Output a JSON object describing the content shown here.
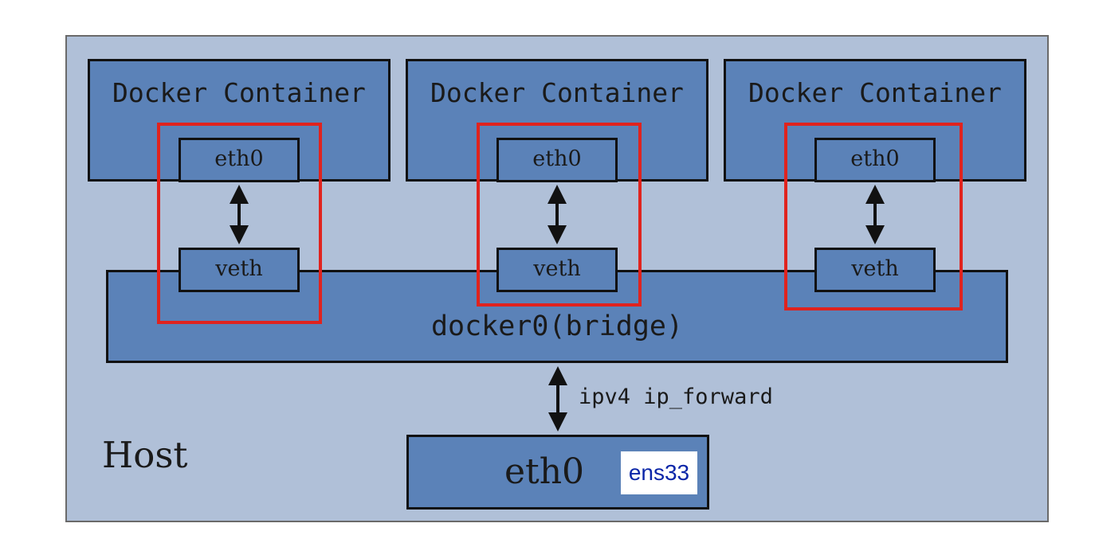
{
  "containers": [
    {
      "title": "Docker Container",
      "eth": "eth0",
      "veth": "veth"
    },
    {
      "title": "Docker Container",
      "eth": "eth0",
      "veth": "veth"
    },
    {
      "title": "Docker Container",
      "eth": "eth0",
      "veth": "veth"
    }
  ],
  "bridge": {
    "label": "docker0(bridge)"
  },
  "host": {
    "label": "Host",
    "eth_label": "eth0",
    "eth_alias": "ens33",
    "forward_label": "ipv4 ip_forward"
  },
  "colors": {
    "host_bg": "#b0c0d8",
    "box_fill": "#5b82b8",
    "highlight": "#e0231e",
    "alias_text": "#0b26a8"
  }
}
